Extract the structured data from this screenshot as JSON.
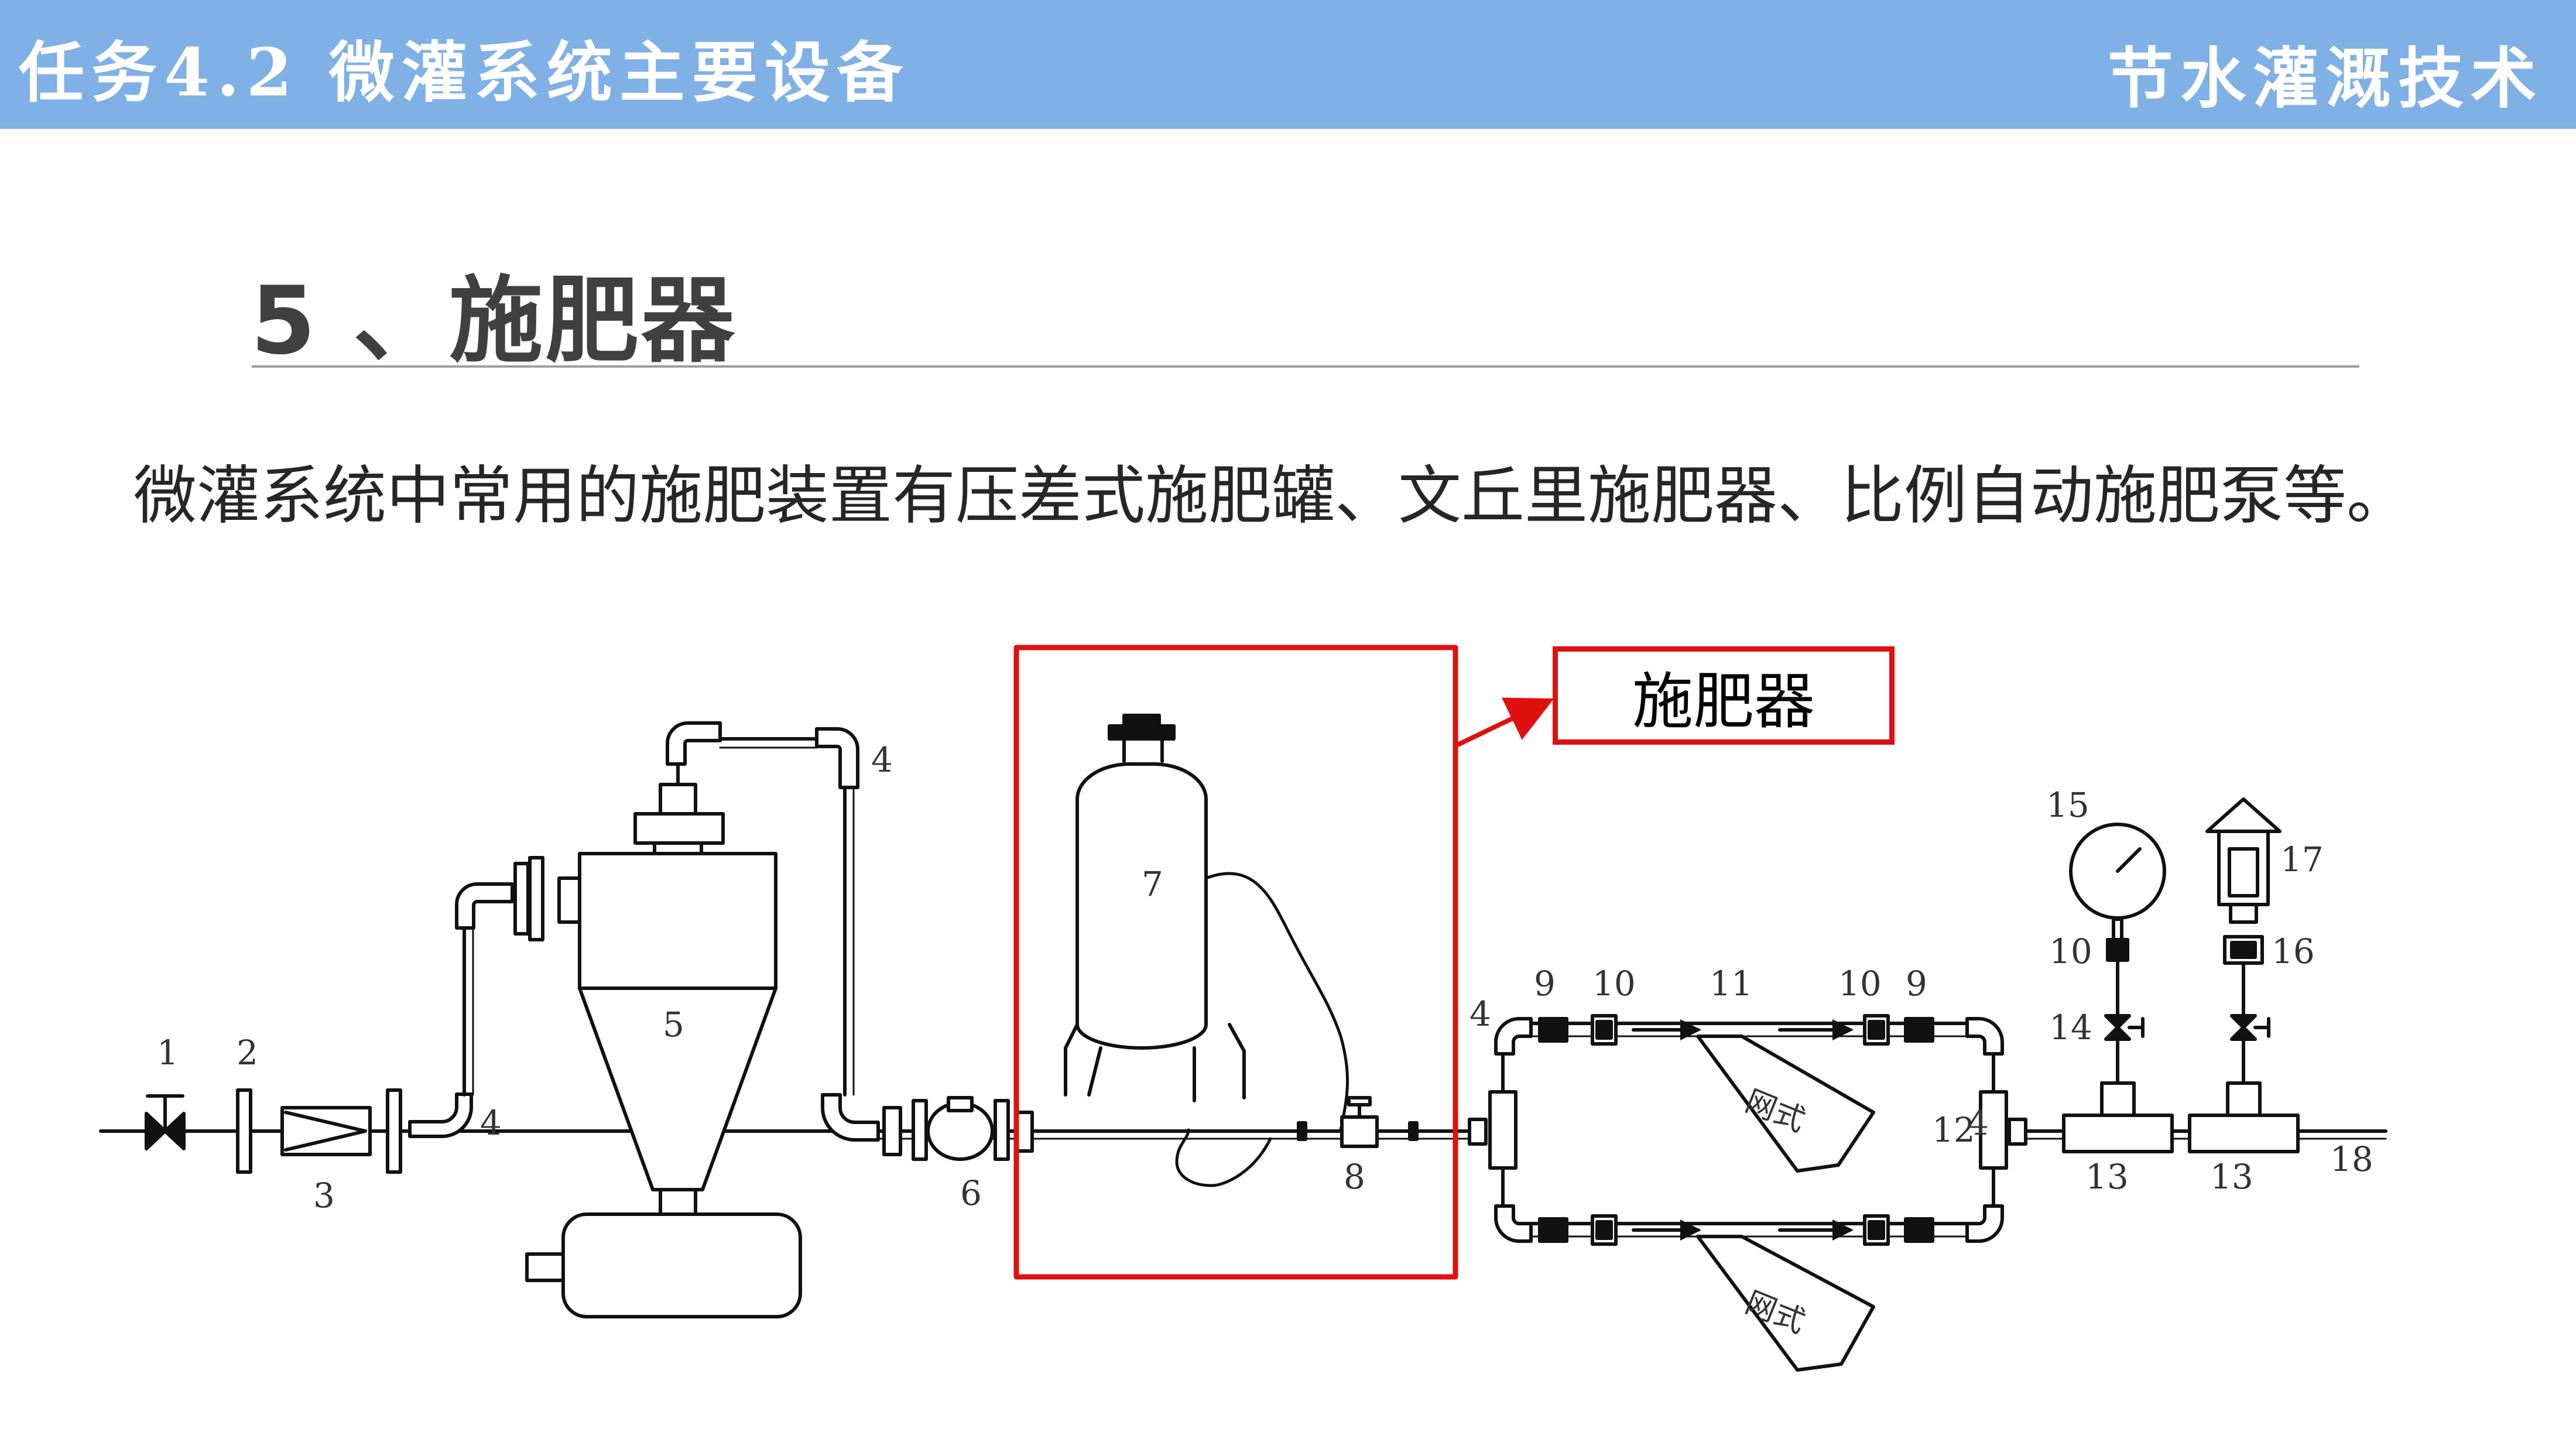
{
  "header": {
    "task_label": "任务4.2  微灌系统主要设备",
    "course_name": "节水灌溉技术",
    "background_color": "#7FB0E6"
  },
  "section": {
    "title": "5 、施肥器"
  },
  "body": {
    "intro": "微灌系统中常用的施肥装置有压差式施肥罐、文丘里施肥器、比例自动施肥泵等。"
  },
  "diagram": {
    "callout_label": "施肥器",
    "highlight_color": "#E01010",
    "component_numbers": [
      "1",
      "2",
      "3",
      "4",
      "4",
      "4",
      "4",
      "5",
      "6",
      "7",
      "8",
      "9",
      "10",
      "11",
      "10",
      "9",
      "12",
      "13",
      "13",
      "15",
      "10",
      "14",
      "17",
      "16",
      "18"
    ],
    "filter_text": [
      "网式",
      "网式"
    ]
  }
}
